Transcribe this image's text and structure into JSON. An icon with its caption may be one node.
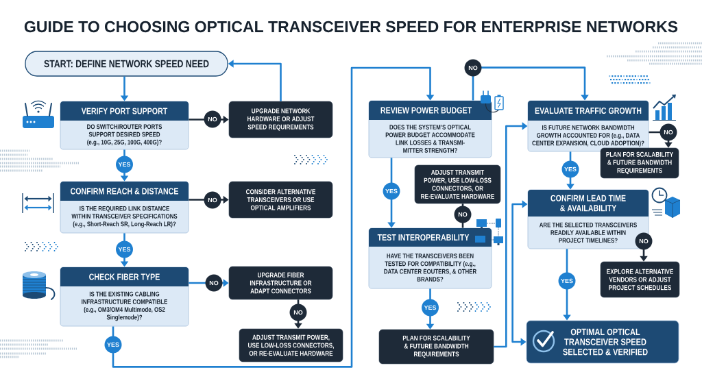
{
  "diagram": {
    "title": "GUIDE TO CHOOSING OPTICAL TRANSCEIVER SPEED FOR ENTERPRISE NETWORKS",
    "nodes": [
      {
        "text": [
          "START: DEFINE NETWORK SPEED NEED"
        ]
      },
      {
        "text": [
          "VERIFY PORT SUPPORT",
          "DO SWITCH/ROUTER PORTS SUPPORT DESIRED SPEED (e.g., 10G, 25G, 100G, 400G)?"
        ]
      },
      {
        "text": [
          "UPGRADE NETWORK HARDWARE OR ADJUST SPEED REQUIREMENTS"
        ]
      },
      {
        "text": [
          "CONFIRM REACH & DISTANCE",
          "IS THE REQUIRED LINK DISTANCE WITHIN TRANSCEIVER SPECIFICATIONS (e.g., Short-Reach SR, Long-Reach LR)?"
        ]
      },
      {
        "text": [
          "CONSIDER ALTERNATIVE TRANSCEIVERS OR USE OPTICAL AMPLIFIERS"
        ]
      },
      {
        "text": [
          "CHECK FIBER TYPE",
          "IS THE EXISTING CABLING INFRASTRUCTURE COMPATIBLE (e.g., OM3/OM4 Multimode, OS2 Singlemode)?"
        ]
      },
      {
        "text": [
          "UPGRADE FIBER INFRASTRUCTURE OR ADAPT CONNECTORS"
        ]
      },
      {
        "text": [
          "ADJUST TRANSMIT POWER, USE LOW-LOSS CONNECTORS, OR RE-EVALUATE HARDWARE"
        ]
      },
      {
        "text": [
          "REVIEW POWER BUDGET",
          "DOES THE SYSTEM'S OPTICAL POWER BUDGET ACCOMMODATE LINK LOSSES & TRANSMI- MITTER STRENGTH?"
        ]
      },
      {
        "text": [
          "ADJUST TRANSMIT POWER, USE LOW-LOSS CONNECTORS, OR RE-EVALUATE HARDWARE"
        ]
      },
      {
        "text": [
          "TEST INTEROPERABILITY",
          "HAVE THE TRANSCEIVERS BEEN TESTED FOR COMPATIBILITY (e.g., DATA CENTER EOUTERS, & OTHER BRANDS?"
        ]
      },
      {
        "text": [
          "PLAN FOR SCALABILITY & FUTURE BANDWIDTH REQUIREMENTS"
        ]
      },
      {
        "text": [
          "EVALUATE TRAFFIC GROWTH",
          "IS FUTURE NETWORK BANDWIDTH GROWTH ACCOUNTED FOR (e.g., DATA CENTER EXPANSION, CLOUD ADOPTION)?"
        ]
      },
      {
        "text": [
          "PLAN FOR SCALABILITY & FUTURE BANDWIDTH REQUIREMENTS"
        ]
      },
      {
        "text": [
          "CONFIRM LEAD TIME & AVAILABILITY",
          "ARE THE SELECTED TRANSCEIVERS READILY AVAILABLE WITHIN PROJECT TIMELINES?"
        ]
      },
      {
        "text": [
          "EXPLORE ALTERNATIVE VENDORS OR ADJUST PROJECT SCHEDULES"
        ]
      },
      {
        "text": [
          "OPTIMAL OPTICAL TRANSCEIVER SPEED SELECTED & VERIFIED"
        ]
      }
    ],
    "edges": [
      {
        "from": 0,
        "to": 1,
        "arrow": "to"
      },
      {
        "from": 1,
        "to": 2,
        "arrow": "to",
        "label": "NO",
        "color": "#1e2a38"
      },
      {
        "from": 2,
        "to": 0,
        "arrow": "to"
      },
      {
        "from": 1,
        "to": 3,
        "arrow": "to",
        "label": "YES"
      },
      {
        "from": 3,
        "to": 4,
        "arrow": "to",
        "label": "NO",
        "color": "#1e2a38"
      },
      {
        "from": 3,
        "to": 5,
        "arrow": "to",
        "label": "YES"
      },
      {
        "from": 5,
        "to": 6,
        "arrow": "to",
        "label": "NO"
      },
      {
        "from": 6,
        "to": 7,
        "arrow": "to",
        "label": "NO",
        "color": "#1e2a38"
      },
      {
        "from": 5,
        "to": 8,
        "arrow": "to",
        "label": "YES"
      },
      {
        "from": 8,
        "to": 10,
        "arrow": "to",
        "label": "YES"
      },
      {
        "from": 8,
        "to": 12,
        "arrow": "to",
        "label": "NO"
      },
      {
        "from": 9,
        "to": 10,
        "arrow": "none",
        "label": "NO",
        "color": "#1e2a38"
      },
      {
        "from": 10,
        "to": 11,
        "arrow": "to",
        "label": "YES"
      },
      {
        "from": 11,
        "to": 12,
        "arrow": "to"
      },
      {
        "from": 14,
        "to": 16,
        "arrow": "both"
      },
      {
        "from": 12,
        "to": 13,
        "arrow": "to",
        "label": "NO",
        "color": "#1e2a38"
      },
      {
        "from": 12,
        "to": 14,
        "arrow": "to",
        "label": "YES"
      },
      {
        "from": 14,
        "to": 15,
        "arrow": "to",
        "label": "NO",
        "color": "#1e2a38"
      },
      {
        "from": 14,
        "to": 16,
        "arrow": "to",
        "label": "YES"
      }
    ]
  }
}
